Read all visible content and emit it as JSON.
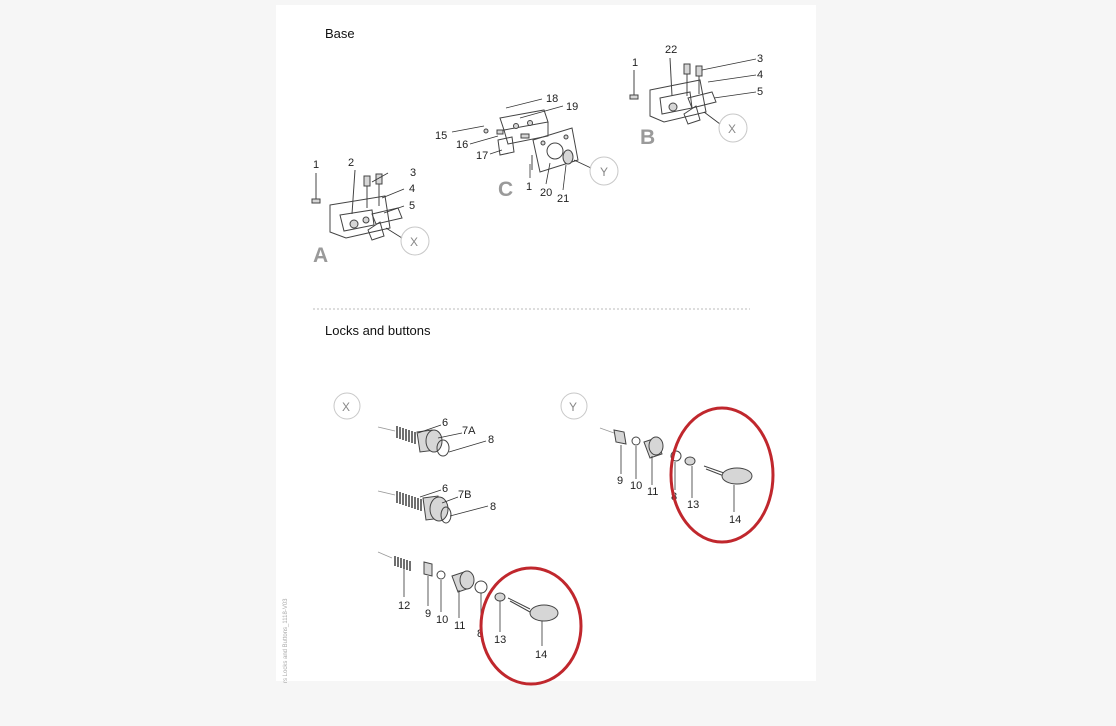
{
  "sections": {
    "base_title": "Base",
    "locks_title": "Locks and buttons"
  },
  "assembly_letters": {
    "a": "A",
    "b": "B",
    "c": "C"
  },
  "detail_markers": {
    "x": "X",
    "y": "Y"
  },
  "side_caption": "rs Locks and Buttons_1118-V03",
  "part_labels": {
    "a1": "1",
    "a2": "2",
    "a3": "3",
    "a4": "4",
    "a5": "5",
    "b1": "1",
    "b22": "22",
    "b3": "3",
    "b4": "4",
    "b5": "5",
    "c15": "15",
    "c16": "16",
    "c17": "17",
    "c18": "18",
    "c19": "19",
    "c1": "1",
    "c20": "20",
    "c21": "21",
    "x6a": "6",
    "x7a": "7A",
    "x8a": "8",
    "x6b": "6",
    "x7b": "7B",
    "x8b": "8",
    "x12": "12",
    "x9": "9",
    "x10": "10",
    "x11": "11",
    "x8c": "8",
    "x13": "13",
    "x14": "14",
    "y9": "9",
    "y10": "10",
    "y11": "11",
    "y8": "8",
    "y13": "13",
    "y14": "14"
  },
  "colors": {
    "highlight_ring": "#c0272d",
    "marker_circle": "#c8c8c8",
    "letter_gray": "#9a9a9a"
  }
}
